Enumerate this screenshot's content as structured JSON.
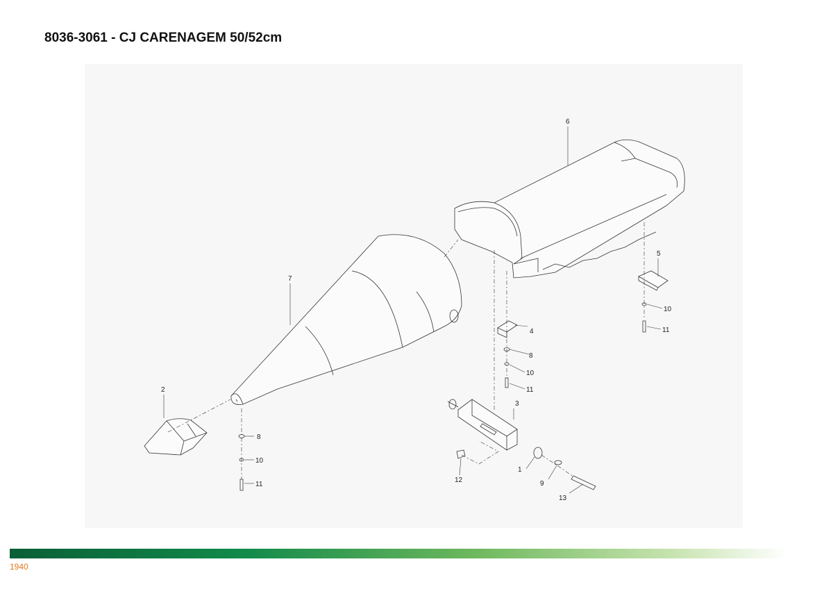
{
  "header": {
    "title": "8036-3061 - CJ CARENAGEM 50/52cm"
  },
  "callouts": {
    "c1": "1",
    "c2": "2",
    "c3": "3",
    "c4": "4",
    "c5": "5",
    "c6": "6",
    "c7": "7",
    "c8a": "8",
    "c8b": "8",
    "c9": "9",
    "c10a": "10",
    "c10b": "10",
    "c10c": "10",
    "c11a": "11",
    "c11b": "11",
    "c11c": "11",
    "c12": "12",
    "c13": "13"
  },
  "footer": {
    "page_number": "1940",
    "accent_color": "#0a7a3f",
    "page_number_color": "#e07a1a"
  }
}
